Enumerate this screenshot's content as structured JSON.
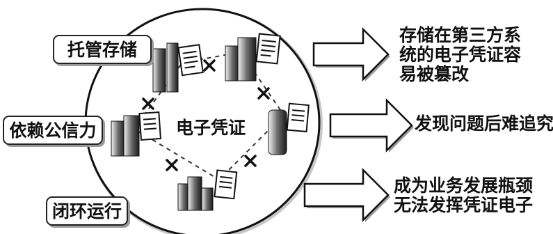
{
  "center_label": "电子凭证",
  "left_labels": [
    "托管存储",
    "依赖公信力",
    "闭环运行"
  ],
  "right_statements": [
    [
      "存储在第三方系",
      "统的电子凭证容",
      "易被篡改"
    ],
    [
      "发现问题后难追究"
    ],
    [
      "成为业务发展瓶颈",
      "无法发挥凭证电子"
    ]
  ],
  "icons": [
    "building-with-document",
    "building-with-document",
    "building-with-document",
    "building-with-document",
    "building-with-document"
  ],
  "colors": {
    "ink": "#111111",
    "shadow": "#9a9a9a",
    "arrow_fill": "#ffffff"
  }
}
